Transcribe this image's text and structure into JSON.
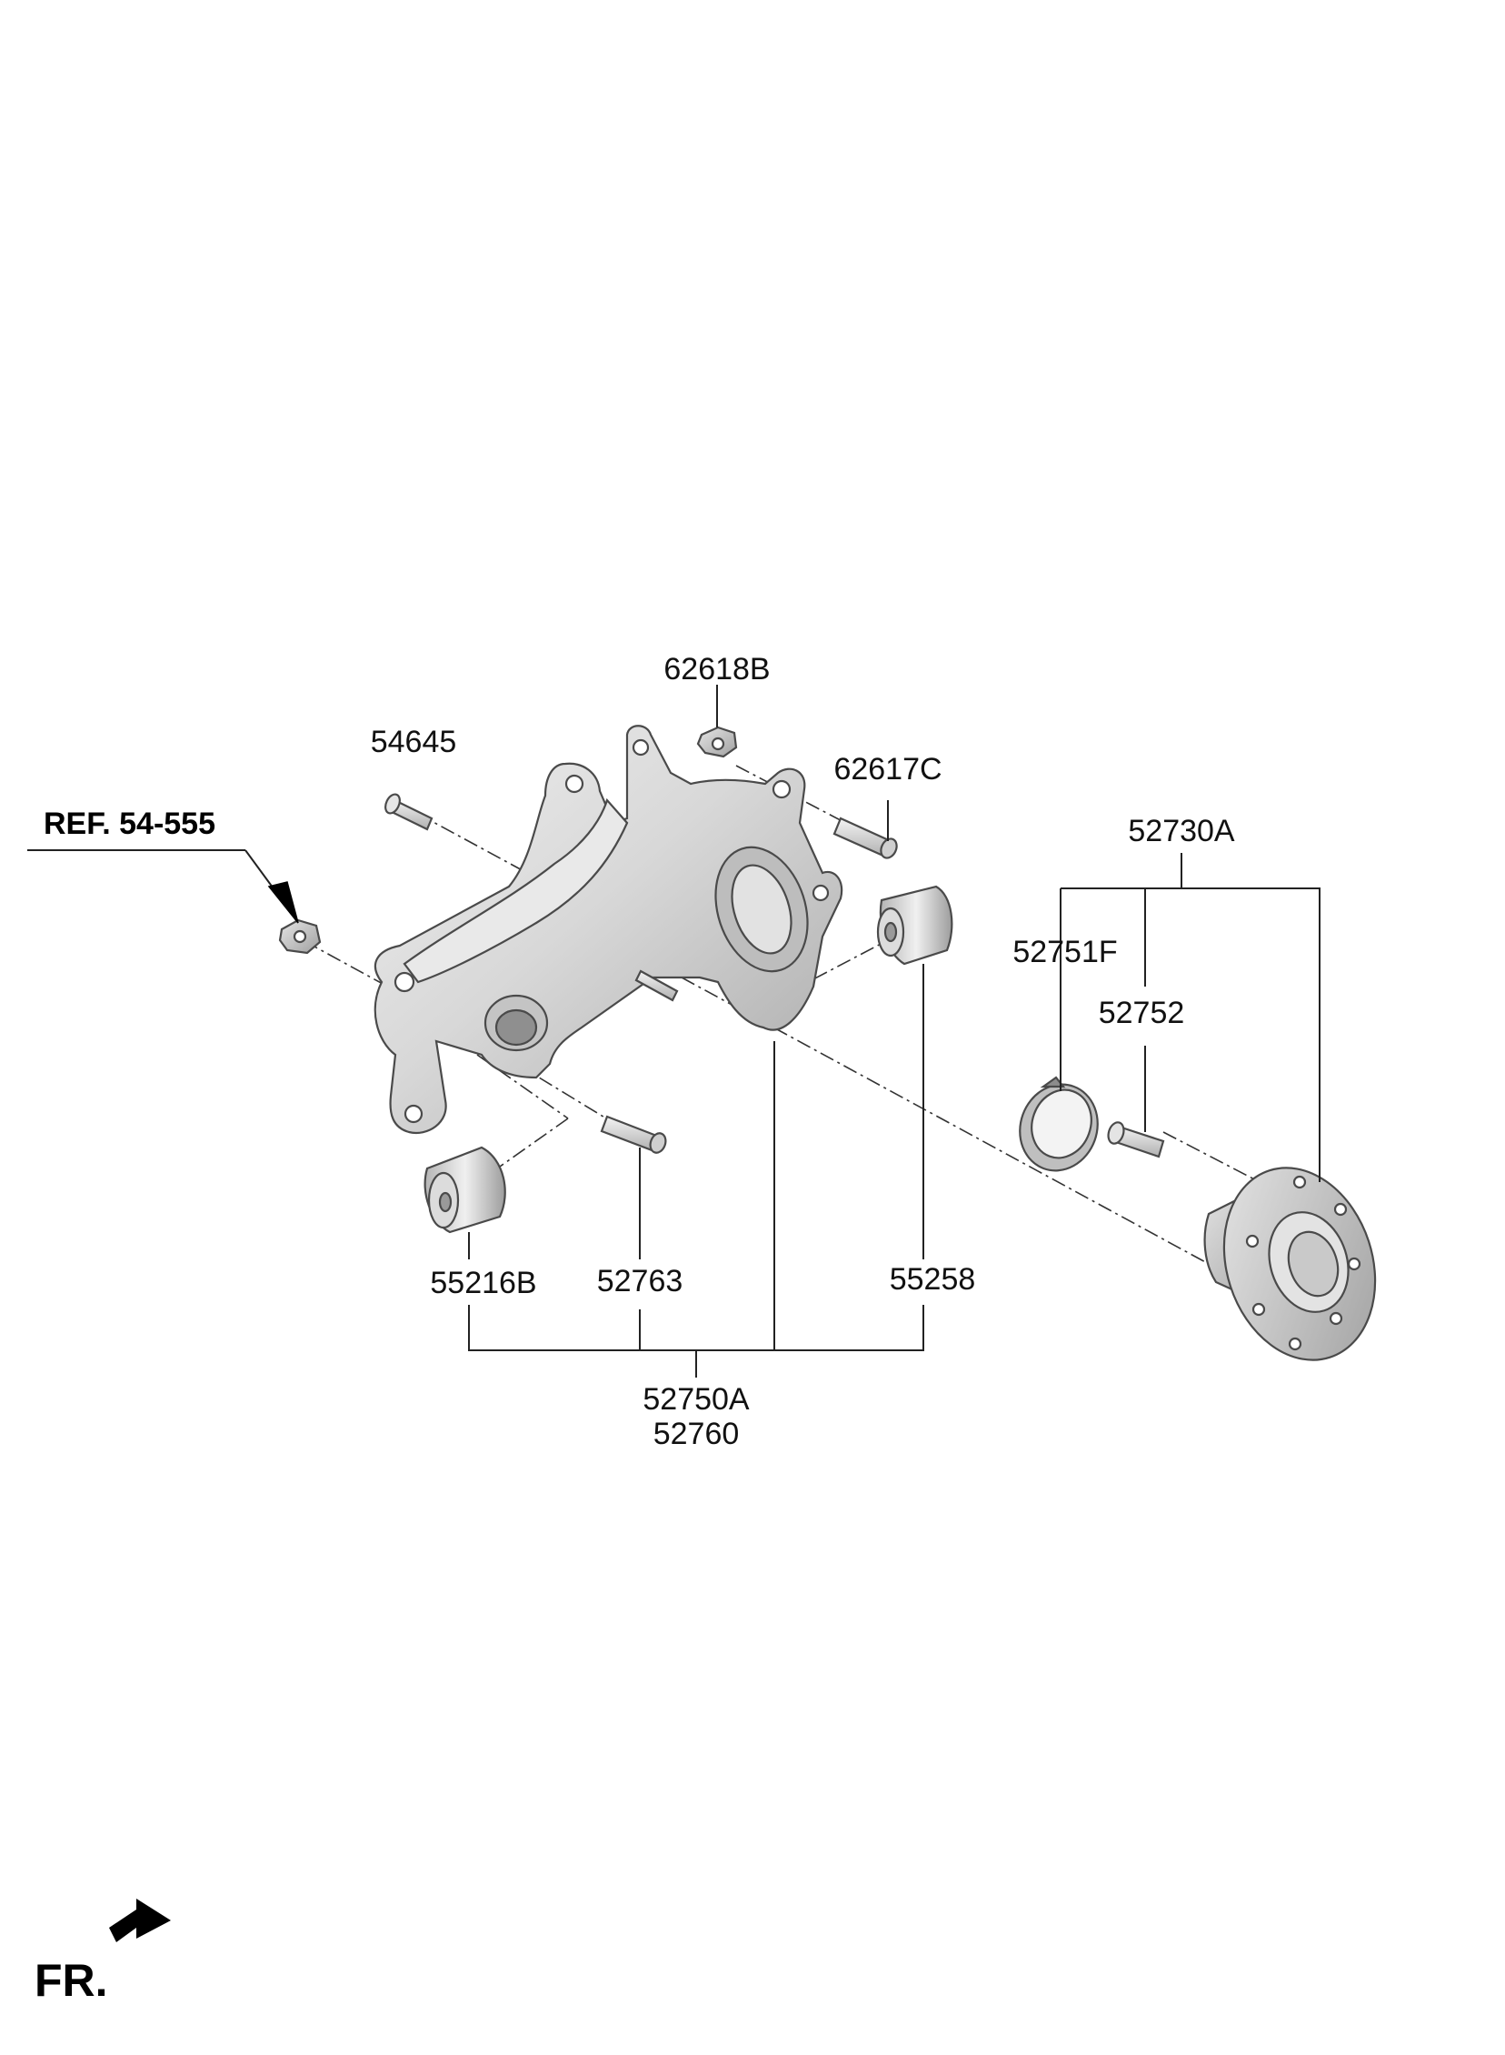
{
  "labels": {
    "p62618B": "62618B",
    "p54645": "54645",
    "p62617C": "62617C",
    "p52730A": "52730A",
    "ref": "REF. 54-555",
    "p52751F": "52751F",
    "p52752": "52752",
    "p55216B": "55216B",
    "p52763": "52763",
    "p55258": "55258",
    "p52750A": "52750A",
    "p52760": "52760",
    "fr": "FR."
  },
  "colors": {
    "part_fill": "#d9d9d9",
    "part_highlight": "#f2f2f2",
    "part_shadow": "#a8a8a8",
    "outline": "#4a4a4a",
    "text": "#111111"
  }
}
